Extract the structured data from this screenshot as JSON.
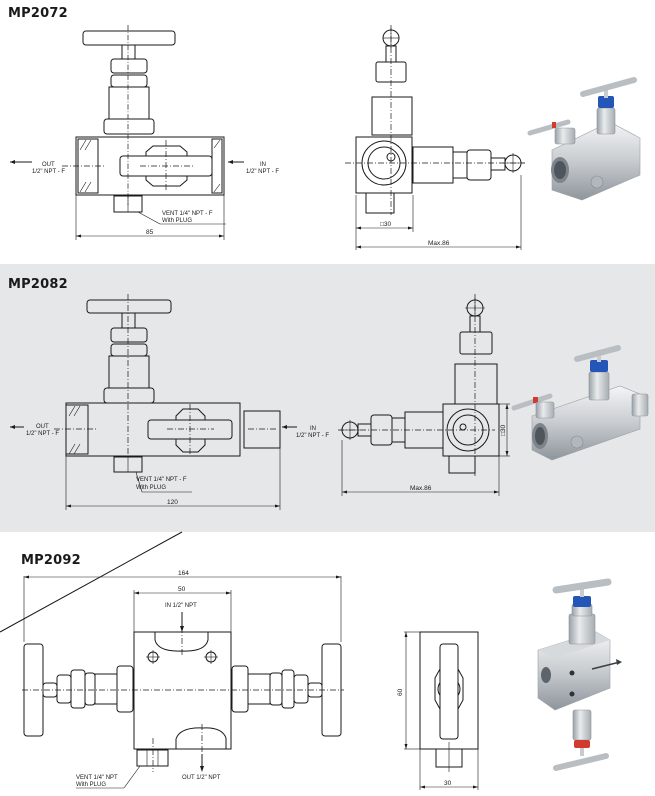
{
  "sections": [
    {
      "title": "MP2072",
      "labels": {
        "out": "OUT",
        "out_thread": "1/2\" NPT - F",
        "in": "IN",
        "in_thread": "1/2\" NPT - F",
        "vent": "VENT 1/4\" NPT - F",
        "vent_plug": "With PLUG"
      },
      "dimensions": {
        "length": "85",
        "square": "□30",
        "max_width": "Max.86"
      },
      "render_colors": {
        "bonnet_cap": "#2456b8",
        "handle_stripe": "#d23a30"
      }
    },
    {
      "title": "MP2082",
      "labels": {
        "out": "OUT",
        "out_thread": "1/2\" NPT - F",
        "in": "IN",
        "in_thread": "1/2\" NPT - F",
        "vent": "VENT 1/4\" NPT - F",
        "vent_plug": "With PLUG"
      },
      "dimensions": {
        "length": "120",
        "square": "□30",
        "max_width": "Max.86"
      },
      "render_colors": {
        "bonnet_cap": "#2456b8",
        "handle_stripe": "#d23a30"
      }
    },
    {
      "title": "MP2092",
      "labels": {
        "in": "IN 1/2\" NPT",
        "out": "OUT 1/2\" NPT",
        "vent": "VENT 1/4\" NPT",
        "vent_plug": "With PLUG"
      },
      "dimensions": {
        "overall": "164",
        "block": "50",
        "height": "60",
        "depth": "30"
      },
      "render_colors": {
        "bonnet_cap": "#2456b8",
        "handle_stripe": "#d23a30"
      }
    }
  ]
}
